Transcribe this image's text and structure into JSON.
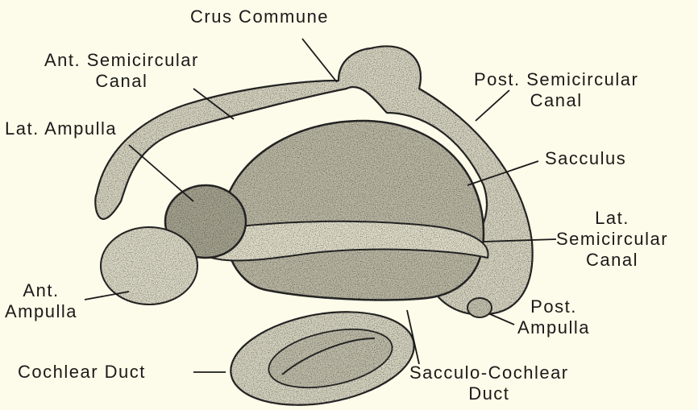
{
  "labels": {
    "crus_commune": "Crus Commune",
    "ant_semicircular_canal": [
      "Ant. Semicircular",
      "Canal"
    ],
    "post_semicircular_canal": [
      "Post. Semicircular",
      "Canal"
    ],
    "lat_ampulla": "Lat. Ampulla",
    "sacculus": "Sacculus",
    "lat_semicircular_canal": [
      "Lat.",
      "Semicircular",
      "Canal"
    ],
    "ant_ampulla": [
      "Ant.",
      "Ampulla"
    ],
    "post_ampulla": [
      "Post.",
      "Ampulla"
    ],
    "cochlear_duct": "Cochlear Duct",
    "sacculo_cochlear_duct": [
      "Sacculo-Cochlear",
      "Duct"
    ]
  }
}
